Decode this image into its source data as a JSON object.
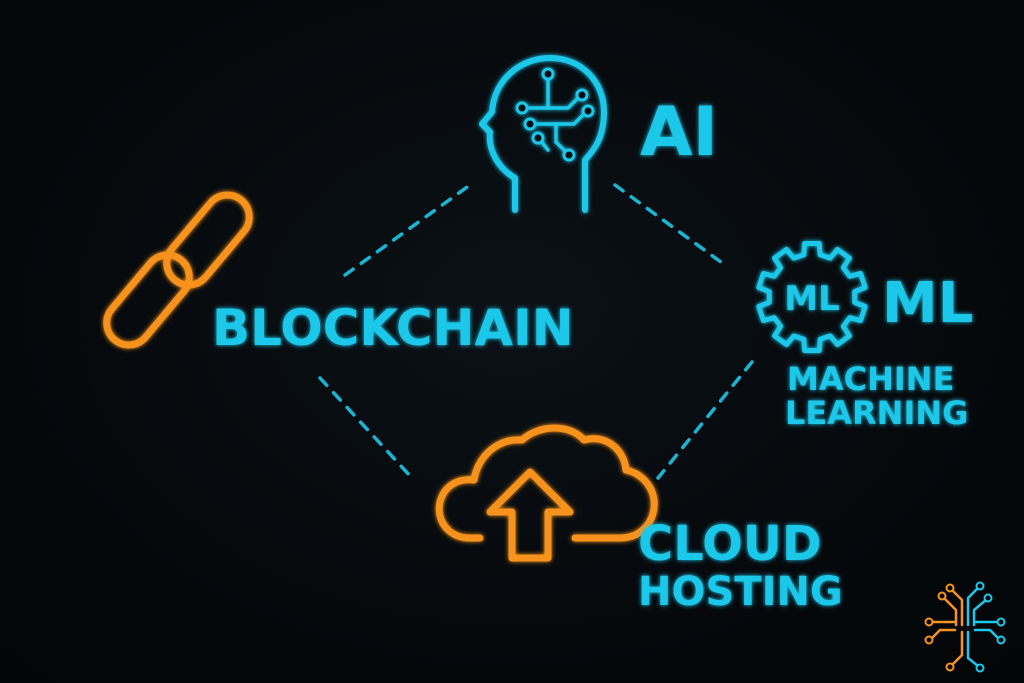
{
  "nodes": {
    "ai": {
      "label": "AI",
      "icon": "brain-head-icon"
    },
    "ml": {
      "label": "ML",
      "icon_text": "ML",
      "sub_line1": "MACHINE",
      "sub_line2": "LEARNING",
      "icon": "gear-icon"
    },
    "blockchain": {
      "label": "BLOCKCHAIN",
      "icon": "chain-link-icon"
    },
    "cloud": {
      "label_line1": "CLOUD",
      "label_line2": "HOSTING",
      "icon": "cloud-upload-icon"
    }
  },
  "logo": {
    "icon": "circuit-logo-icon"
  },
  "colors": {
    "background": "#06090c",
    "cyan": "#1ec8ea",
    "orange": "#f7931e"
  }
}
